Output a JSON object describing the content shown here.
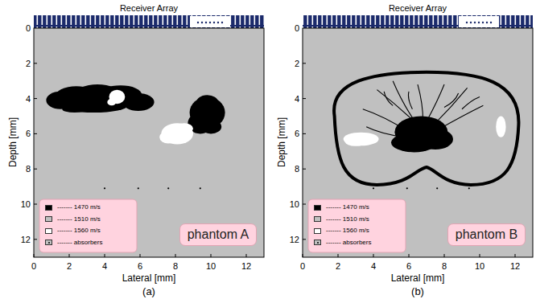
{
  "diagram": {
    "nodes": [
      {
        "text": [
          "phantom A"
        ]
      },
      {
        "text": [
          "phantom B"
        ]
      }
    ],
    "labels": [
      "Receiver Array",
      "Depth [mm]",
      "Lateral [mm]",
      "0",
      "2",
      "4",
      "6",
      "8",
      "10",
      "12",
      "0",
      "2",
      "4",
      "6",
      "8",
      "10",
      "12",
      "(a)",
      "Receiver Array",
      "Depth [mm]",
      "Lateral [mm]",
      "0",
      "2",
      "4",
      "6",
      "8",
      "10",
      "12",
      "0",
      "2",
      "4",
      "6",
      "8",
      "10",
      "12",
      "(b)"
    ],
    "legend": [
      {
        "text": "------- 1470  m/s",
        "color": "#000000"
      },
      {
        "text": "------- 1510  m/s",
        "color": "#c0c0c0"
      },
      {
        "text": "------- 1560  m/s",
        "color": "#ffffff"
      },
      {
        "text": "------- absorbers"
      },
      {
        "text": "------- 1470  m/s",
        "color": "#000000"
      },
      {
        "text": "------- 1510  m/s",
        "color": "#c0c0c0"
      },
      {
        "text": "------- 1560  m/s",
        "color": "#ffffff"
      },
      {
        "text": "------- absorbers"
      }
    ]
  }
}
